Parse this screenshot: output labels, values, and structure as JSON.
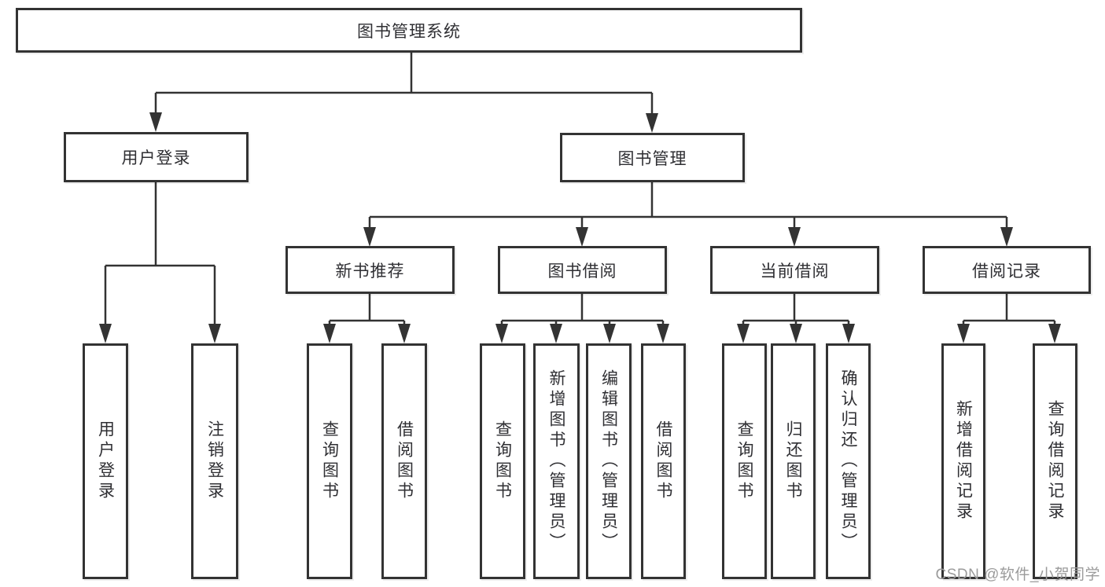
{
  "tree": {
    "label": "图书管理系统",
    "children": [
      {
        "label": "用户登录",
        "children": [
          {
            "label": "用户登录"
          },
          {
            "label": "注销登录"
          }
        ]
      },
      {
        "label": "图书管理",
        "children": [
          {
            "label": "新书推荐",
            "children": [
              {
                "label": "查询图书"
              },
              {
                "label": "借阅图书"
              }
            ]
          },
          {
            "label": "图书借阅",
            "children": [
              {
                "label": "查询图书"
              },
              {
                "label": "新增图书（管理员）"
              },
              {
                "label": "编辑图书（管理员）"
              },
              {
                "label": "借阅图书"
              }
            ]
          },
          {
            "label": "当前借阅",
            "children": [
              {
                "label": "查询图书"
              },
              {
                "label": "归还图书"
              },
              {
                "label": "确认归还（管理员）"
              }
            ]
          },
          {
            "label": "借阅记录",
            "children": [
              {
                "label": "新增借阅记录"
              },
              {
                "label": "查询借阅记录"
              }
            ]
          }
        ]
      }
    ]
  },
  "watermark": "CSDN @软件_小贺同学",
  "colors": {
    "line": "#333333",
    "box_border": "#333333",
    "box_background": "#ffffff",
    "text": "#2f2f33",
    "watermark": "#9b9b9b"
  }
}
